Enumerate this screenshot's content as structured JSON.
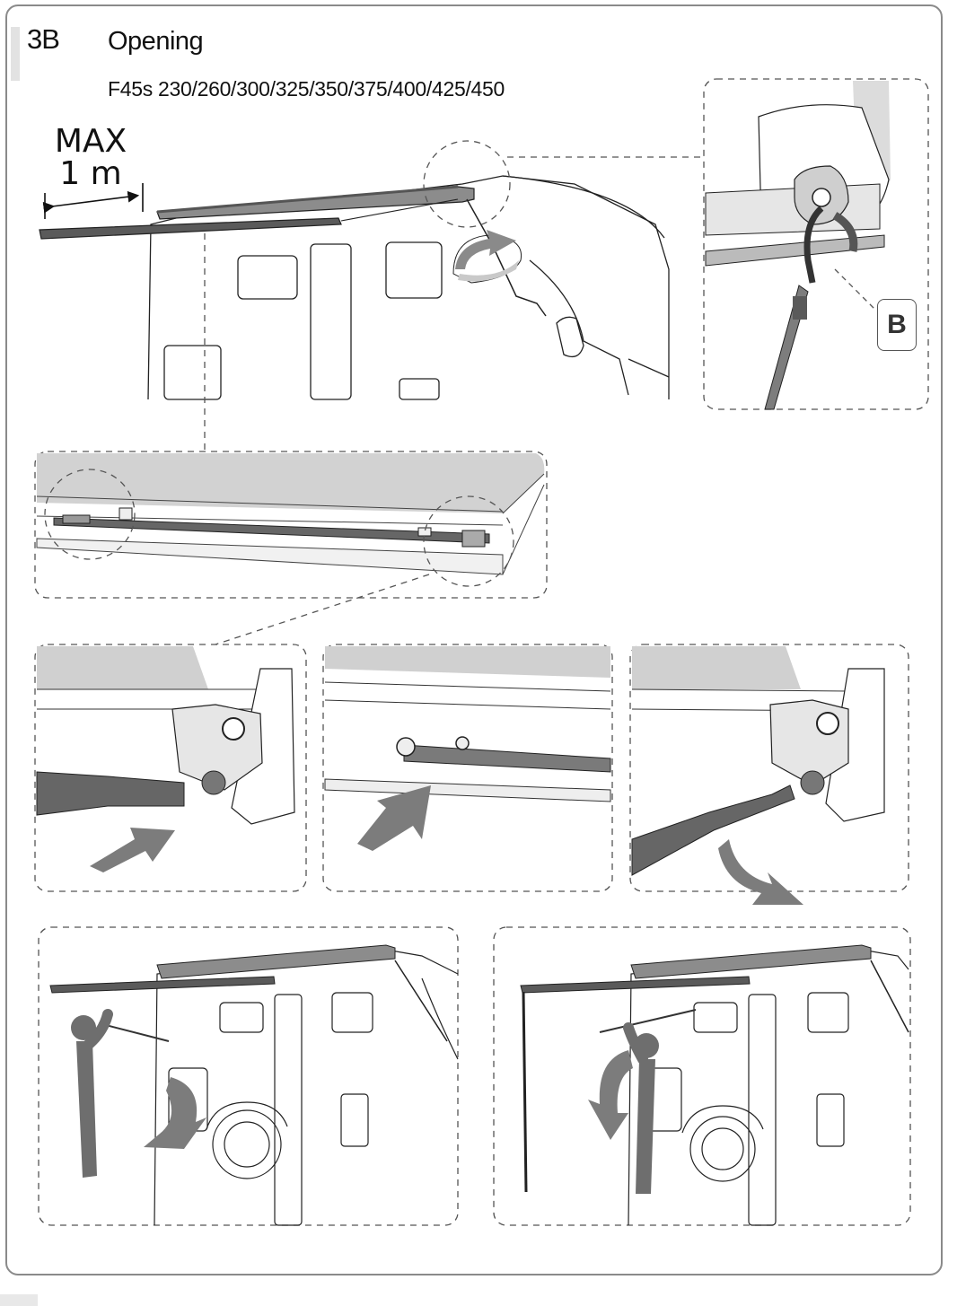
{
  "header": {
    "step_number": "3B",
    "title": "Opening",
    "models": "F45s 230/260/300/325/350/375/400/425/450"
  },
  "annotations": {
    "max_extension_line1": "MAX",
    "max_extension_line2": "1 m",
    "detail_callout": "B"
  },
  "colors": {
    "frame": "#8a8a8a",
    "dash": "#6a6a6a",
    "arrow": "#7c7c7c",
    "bar": "#5a5a5a",
    "fabric": "#d4d4d4",
    "figure": "#6e6e6e"
  }
}
